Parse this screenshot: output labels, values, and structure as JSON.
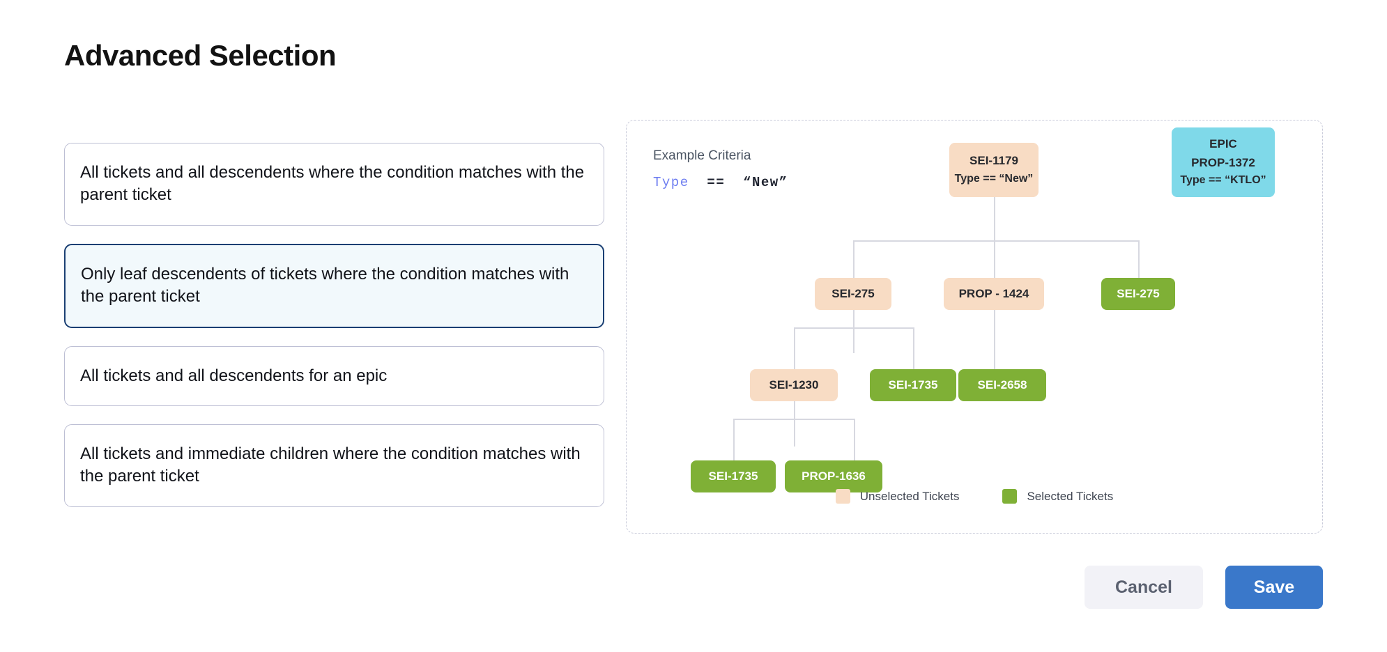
{
  "page": {
    "title": "Advanced Selection"
  },
  "options": [
    {
      "label": "All tickets and all descendents where the condition matches with the parent ticket",
      "selected": false
    },
    {
      "label": "Only leaf descendents of tickets where the condition matches with the parent ticket",
      "selected": true
    },
    {
      "label": "All tickets and all descendents for an epic",
      "selected": false
    },
    {
      "label": "All tickets and immediate children where the condition matches with the parent ticket",
      "selected": false
    }
  ],
  "diagram": {
    "criteria_label": "Example Criteria",
    "criteria_expr": {
      "field": "Type",
      "operator": "==",
      "value": "“New”"
    },
    "nodes": {
      "root": {
        "id": "SEI-1179",
        "sub": "Type == “New”",
        "state": "unselected"
      },
      "epic": {
        "kind": "EPIC",
        "id": "PROP-1372",
        "sub": "Type == “KTLO”",
        "state": "epic"
      },
      "r2c1": {
        "id": "SEI-275",
        "state": "unselected"
      },
      "r2c2": {
        "id": "PROP - 1424",
        "state": "unselected"
      },
      "r2c3": {
        "id": "SEI-275",
        "state": "selected"
      },
      "r3c1": {
        "id": "SEI-1230",
        "state": "unselected"
      },
      "r3c2": {
        "id": "SEI-1735",
        "state": "selected"
      },
      "r3c3": {
        "id": "SEI-2658",
        "state": "selected"
      },
      "r4c1": {
        "id": "SEI-1735",
        "state": "selected"
      },
      "r4c2": {
        "id": "PROP-1636",
        "state": "selected"
      }
    },
    "legend": [
      {
        "label": "Unselected Tickets",
        "color": "#f8dcc4"
      },
      {
        "label": "Selected Tickets",
        "color": "#7fb036"
      }
    ]
  },
  "footer": {
    "cancel_label": "Cancel",
    "save_label": "Save"
  },
  "colors": {
    "unselected": "#f8dcc4",
    "selected": "#7fb036",
    "epic": "#7fd9e9",
    "accent": "#3a78ca",
    "selected_card_border": "#1a3f73",
    "selected_card_bg": "#f2f9fc",
    "criteria_keyword": "#6c7cf0"
  }
}
